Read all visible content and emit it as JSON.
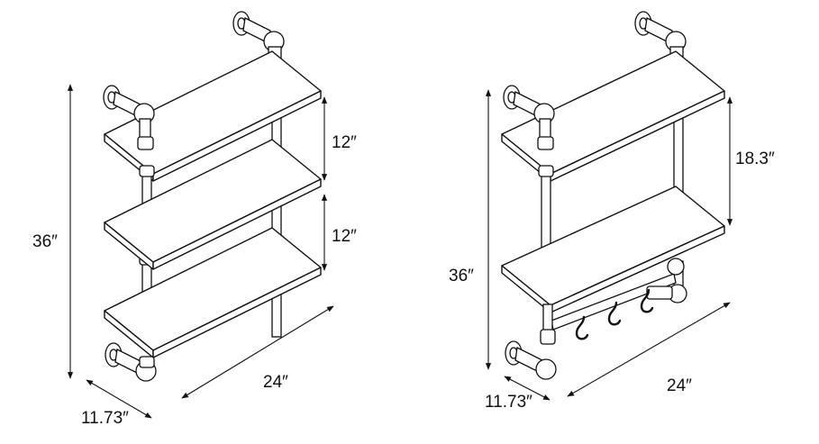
{
  "colors": {
    "ink": "#111111",
    "paper": "#ffffff"
  },
  "left_shelf": {
    "height_label": "36″",
    "spacing_top_label": "12″",
    "spacing_bottom_label": "12″",
    "width_label": "24″",
    "depth_label": "11.73″"
  },
  "right_shelf": {
    "height_label": "36″",
    "spacing_label": "18.3″",
    "width_label": "24″",
    "depth_label": "11.73″"
  }
}
